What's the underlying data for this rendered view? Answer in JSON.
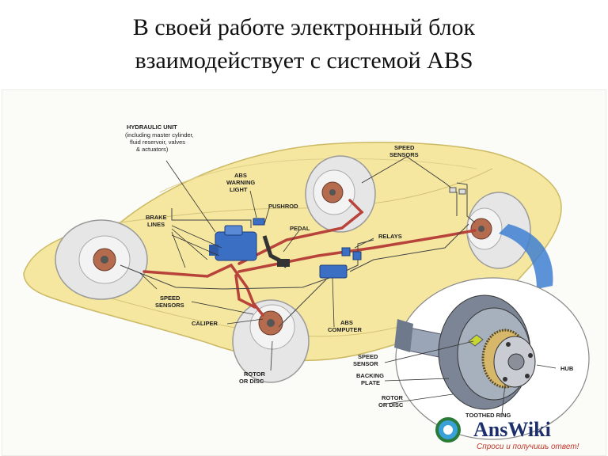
{
  "title": {
    "line1": "В своей работе электронный блок",
    "line2": "взаимодействует с системой ABS"
  },
  "diagram": {
    "labels": {
      "hydraulic_unit": "HYDRAULIC UNIT",
      "hydraulic_unit_sub1": "(including master cylinder,",
      "hydraulic_unit_sub2": "fluid reservoir, valves",
      "hydraulic_unit_sub3": "& actuators)",
      "abs_warning_1": "ABS",
      "abs_warning_2": "WARNING",
      "abs_warning_3": "LIGHT",
      "pushrod": "PUSHROD",
      "pedal": "PEDAL",
      "relays": "RELAYS",
      "speed_sensors_top_1": "SPEED",
      "speed_sensors_top_2": "SENSORS",
      "brake_lines_1": "BRAKE",
      "brake_lines_2": "LINES",
      "speed_sensors_left_1": "SPEED",
      "speed_sensors_left_2": "SENSORS",
      "caliper": "CALIPER",
      "rotor_disc_1": "ROTOR",
      "rotor_disc_2": "OR DISC",
      "abs_computer_1": "ABS",
      "abs_computer_2": "COMPUTER",
      "speed_sensor_1": "SPEED",
      "speed_sensor_2": "SENSOR",
      "backing_plate_1": "BACKING",
      "backing_plate_2": "PLATE",
      "rotor_disc_inset_1": "ROTOR",
      "rotor_disc_inset_2": "OR DISC",
      "hub": "HUB",
      "toothed_ring": "TOOTHED RING"
    },
    "watermark": {
      "brand": "AnsWiki",
      "tagline": "Спроси и получишь ответ!"
    },
    "colors": {
      "car_body": "#f5e7a0",
      "brake_line": "#b8433a",
      "tire": "#d9d9d9",
      "component_blue": "#3a6fc4",
      "accent_blue": "#3f7fd1"
    }
  }
}
